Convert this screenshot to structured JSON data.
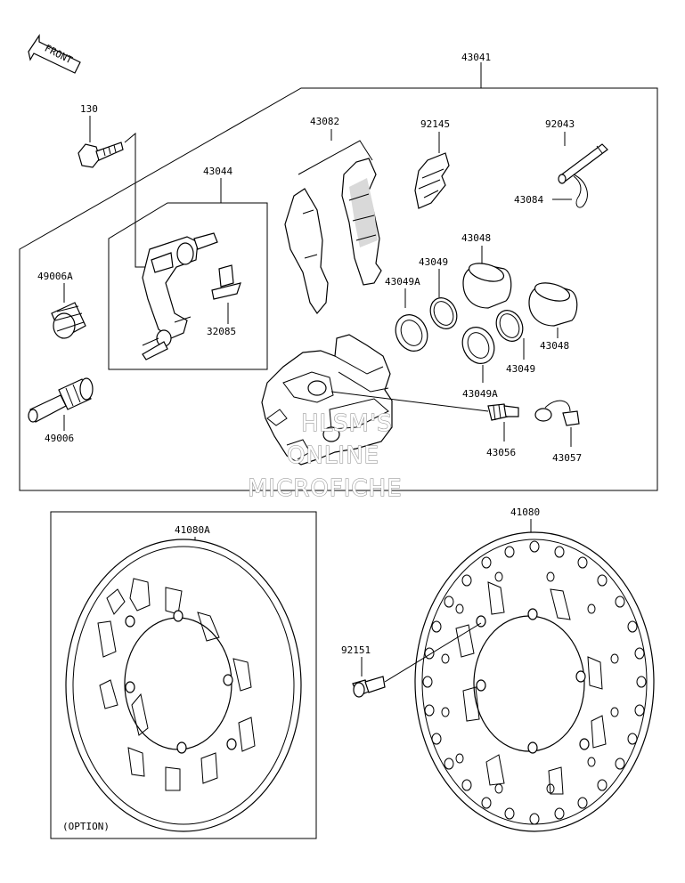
{
  "front_arrow": "FRONT",
  "labels": {
    "l43041": "43041",
    "l130": "130",
    "l43082": "43082",
    "l92145": "92145",
    "l92043": "92043",
    "l43044": "43044",
    "l43084": "43084",
    "l43048a": "43048",
    "l43049a": "43049",
    "l49006A": "49006A",
    "l43049Aa": "43049A",
    "l32085": "32085",
    "l43048b": "43048",
    "l43049b": "43049",
    "l43049Ab": "43049A",
    "l49006": "49006",
    "l43056": "43056",
    "l43057": "43057",
    "l41080A": "41080A",
    "l41080": "41080",
    "l92151": "92151",
    "option": "(OPTION)"
  },
  "watermark": {
    "line1": "HLSM'S",
    "line2": "ONLINE",
    "line3": "MICROFICHE"
  }
}
